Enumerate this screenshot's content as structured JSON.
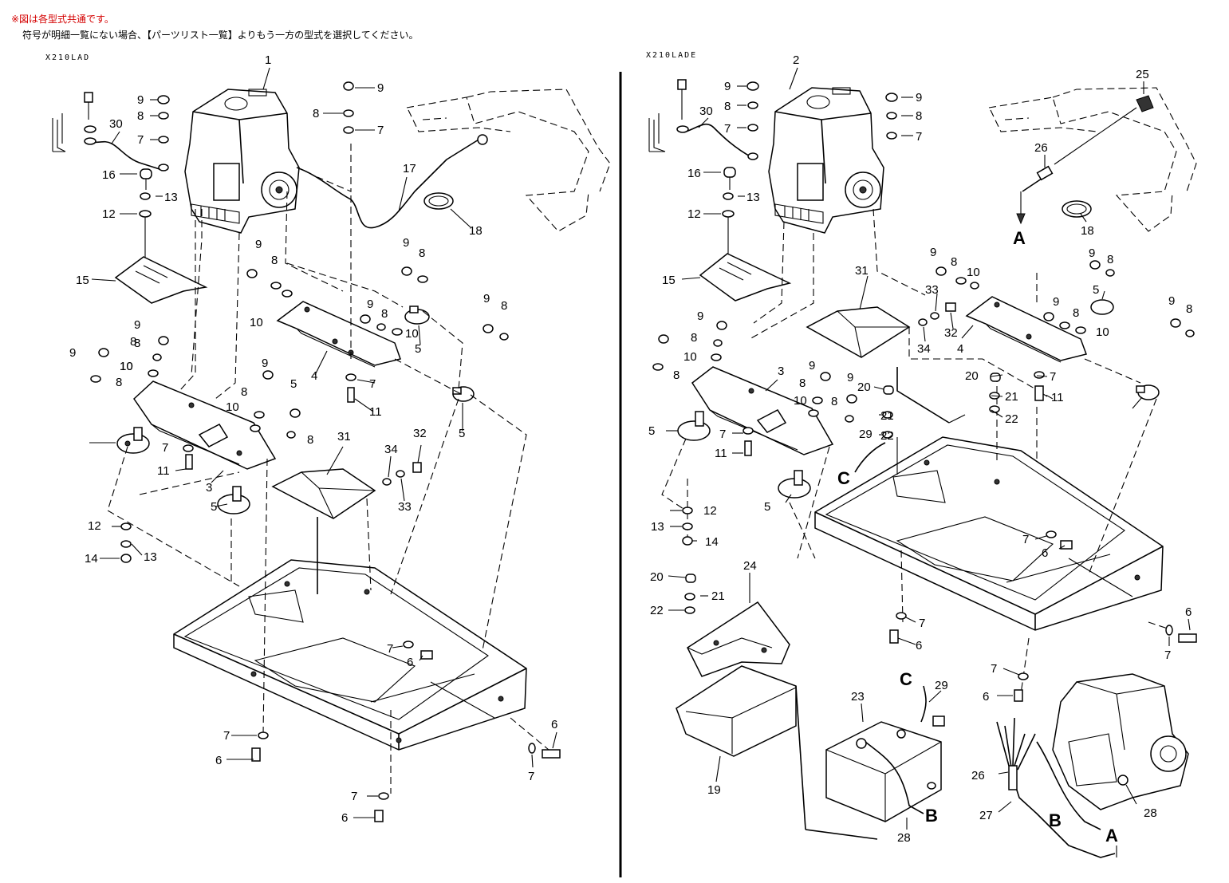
{
  "header": {
    "note_line1": "※図は各型式共通です。",
    "note_line2": "符号が明細一覧にない場合、【パーツリスト一覧】よりもう一方の型式を選択してください。"
  },
  "models": {
    "left": "X210LAD",
    "right": "X210LADE"
  },
  "colors": {
    "note_red": "#d40000",
    "line": "#000000"
  },
  "left_labels": [
    "1",
    "9",
    "8",
    "7",
    "9",
    "8",
    "7",
    "30",
    "16",
    "13",
    "12",
    "17",
    "18",
    "15",
    "9",
    "8",
    "10",
    "9",
    "8",
    "10",
    "5",
    "9",
    "8",
    "9",
    "8",
    "10",
    "8",
    "4",
    "7",
    "11",
    "5",
    "9",
    "8",
    "10",
    "8",
    "9",
    "10",
    "8",
    "9",
    "8",
    "5",
    "7",
    "11",
    "3",
    "5",
    "31",
    "34",
    "32",
    "33",
    "12",
    "13",
    "14",
    "7",
    "6",
    "7",
    "6",
    "6",
    "7",
    "7",
    "6"
  ],
  "right_labels": [
    "2",
    "9",
    "8",
    "7",
    "9",
    "8",
    "7",
    "30",
    "16",
    "13",
    "12",
    "15",
    "25",
    "26",
    "A",
    "18",
    "9",
    "8",
    "5",
    "31",
    "9",
    "8",
    "10",
    "33",
    "32",
    "34",
    "4",
    "9",
    "8",
    "10",
    "9",
    "8",
    "9",
    "8",
    "10",
    "8",
    "3",
    "9",
    "8",
    "10",
    "9",
    "8",
    "20",
    "21",
    "22",
    "7",
    "11",
    "5",
    "7",
    "11",
    "20",
    "21",
    "22",
    "29",
    "C",
    "5",
    "12",
    "13",
    "14",
    "7",
    "6",
    "24",
    "20",
    "21",
    "22",
    "7",
    "6",
    "6",
    "7",
    "7",
    "6",
    "C",
    "29",
    "23",
    "19",
    "B",
    "28",
    "26",
    "27",
    "B",
    "28",
    "A"
  ]
}
